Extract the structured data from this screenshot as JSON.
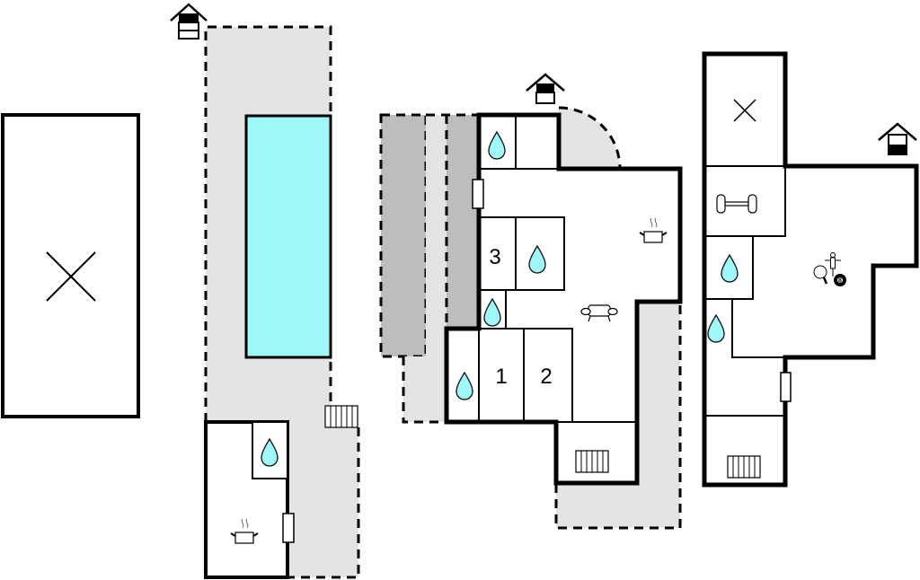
{
  "colors": {
    "pool": "#9ff7f8",
    "terrace": "#e4e4e4",
    "shade": "#bdbdbd",
    "water": "#9ff7f8",
    "wall": "#000000"
  },
  "rooms": {
    "bedroom_1": "1",
    "bedroom_2": "2",
    "bedroom_3": "3"
  },
  "icons": {
    "billiard_ball": "8"
  }
}
